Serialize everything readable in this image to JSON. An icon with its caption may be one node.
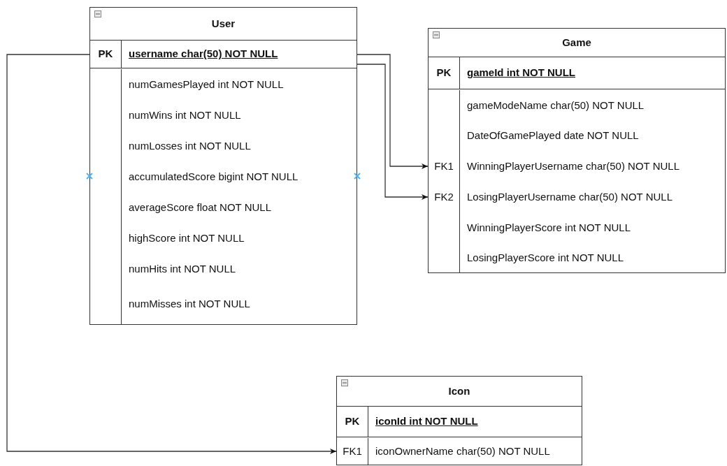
{
  "diagram": {
    "nodes": [
      {
        "text": [
          "User"
        ]
      },
      {
        "text": [
          "PK",
          "username char(50) NOT NULL"
        ],
        "in": 0
      },
      {
        "text": [
          "numGamesPlayed int NOT NULL"
        ],
        "in": 0
      },
      {
        "text": [
          "numWins int NOT NULL"
        ],
        "in": 0
      },
      {
        "text": [
          "numLosses int NOT NULL"
        ],
        "in": 0
      },
      {
        "text": [
          "accumulatedScore bigint NOT NULL"
        ],
        "in": 0
      },
      {
        "text": [
          "averageScore float NOT NULL"
        ],
        "in": 0
      },
      {
        "text": [
          "highScore int NOT NULL"
        ],
        "in": 0
      },
      {
        "text": [
          "numHits int NOT NULL"
        ],
        "in": 0
      },
      {
        "text": [
          "numMisses int NOT NULL"
        ],
        "in": 0
      },
      {
        "text": [
          "Game"
        ]
      },
      {
        "text": [
          "PK",
          "gameId int NOT NULL"
        ],
        "in": 10
      },
      {
        "text": [
          "gameModeName char(50) NOT NULL"
        ],
        "in": 10
      },
      {
        "text": [
          "DateOfGamePlayed date NOT NULL"
        ],
        "in": 10
      },
      {
        "text": [
          "FK1",
          "WinningPlayerUsername char(50) NOT NULL"
        ],
        "in": 10
      },
      {
        "text": [
          "FK2",
          "LosingPlayerUsername char(50) NOT NULL"
        ],
        "in": 10
      },
      {
        "text": [
          "WinningPlayerScore int NOT NULL"
        ],
        "in": 10
      },
      {
        "text": [
          "LosingPlayerScore int NOT NULL"
        ],
        "in": 10
      },
      {
        "text": [
          "Icon"
        ]
      },
      {
        "text": [
          "PK",
          "iconId int NOT NULL"
        ],
        "in": 18
      },
      {
        "text": [
          "FK1",
          "iconOwnerName char(50) NOT NULL"
        ],
        "in": 18
      }
    ],
    "edges": [
      {
        "from": 1,
        "to": 14,
        "arrow": "to"
      },
      {
        "from": 1,
        "to": 15,
        "arrow": "to"
      },
      {
        "from": 1,
        "to": 20,
        "arrow": "to"
      }
    ]
  }
}
